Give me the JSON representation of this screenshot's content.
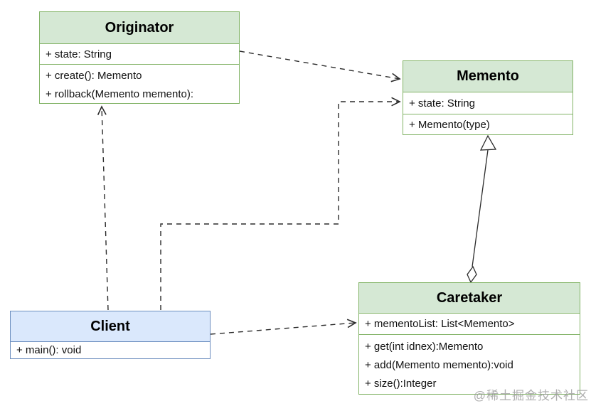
{
  "watermark": "@稀土掘金技术社区",
  "colors": {
    "green_fill": "#d5e8d4",
    "green_border": "#82b366",
    "blue_fill": "#dae8fc",
    "blue_border": "#6c8ebf",
    "line": "#2b2b2b"
  },
  "classes": {
    "originator": {
      "title": "Originator",
      "attributes": [
        "+ state: String"
      ],
      "methods": [
        "+ create(): Memento",
        "+ rollback(Memento memento):"
      ]
    },
    "memento": {
      "title": "Memento",
      "attributes": [
        "+ state: String"
      ],
      "methods": [
        "+ Memento(type)"
      ]
    },
    "caretaker": {
      "title": "Caretaker",
      "attributes": [
        "+ mementoList: List<Memento>"
      ],
      "methods": [
        "+ get(int idnex):Memento",
        "+ add(Memento memento):void",
        "+ size():Integer"
      ]
    },
    "client": {
      "title": "Client",
      "methods": [
        "+ main(): void"
      ]
    }
  },
  "relations": [
    {
      "from": "Originator",
      "to": "Memento",
      "type": "dependency (dashed, open arrow)"
    },
    {
      "from": "Client",
      "to": "Originator",
      "type": "dependency (dashed, open arrow)"
    },
    {
      "from": "Client",
      "to": "Memento",
      "type": "dependency (dashed, open arrow)"
    },
    {
      "from": "Client",
      "to": "Caretaker",
      "type": "dependency (dashed, open arrow)"
    },
    {
      "from": "Caretaker",
      "to": "Memento",
      "type": "aggregation (hollow diamond at Caretaker, hollow triangle at Memento)"
    }
  ]
}
